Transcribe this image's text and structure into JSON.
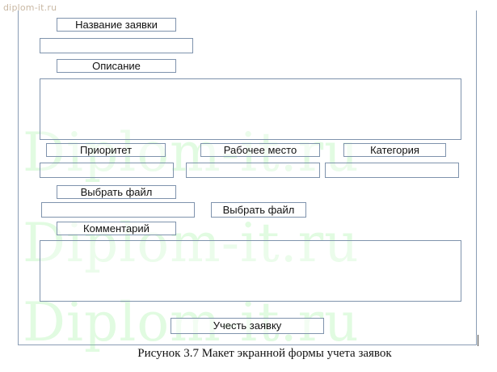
{
  "watermark_site": "diplom-it.ru",
  "watermark_large": "Diplom-it.ru",
  "form": {
    "request_name_label": "Название заявки",
    "description_label": "Описание",
    "priority_label": "Приоритет",
    "workplace_label": "Рабочее место",
    "category_label": "Категория",
    "choose_file_label": "Выбрать файл",
    "choose_file_button": "Выбрать файл",
    "comment_label": "Комментарий",
    "submit_button": "Учесть заявку"
  },
  "caption": "Рисунок 3.7 Макет экранной формы учета заявок"
}
